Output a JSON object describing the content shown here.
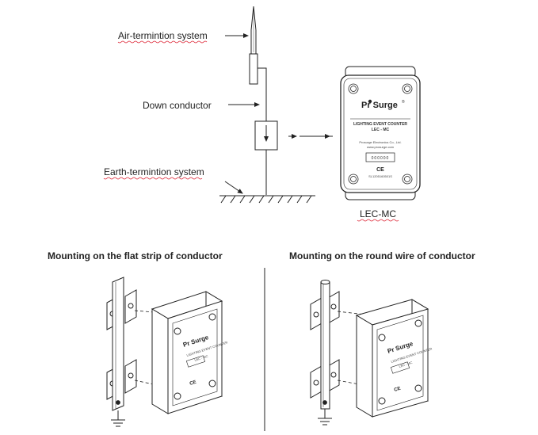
{
  "diagram": {
    "labels": {
      "air_termination": "Air-termintion system",
      "down_conductor": "Down conductor",
      "earth_termination": "Earth-termintion system",
      "device_caption": "LEC-MC"
    },
    "device_panel": {
      "brand": "Pr Surge",
      "brand_mark": "®",
      "product_title": "LIGHTING EVENT COUNTER",
      "model": "LEC - MC",
      "company": "Prosurge Electronics Co., Ltd.",
      "website": "www.prosurge.com",
      "counter_digits": "000000",
      "cert_mark": "CE",
      "serial": "SL1205160501S"
    },
    "mounting": {
      "flat_strip_title": "Mounting on the flat strip of conductor",
      "round_wire_title": "Mounting on the round wire of conductor"
    }
  }
}
